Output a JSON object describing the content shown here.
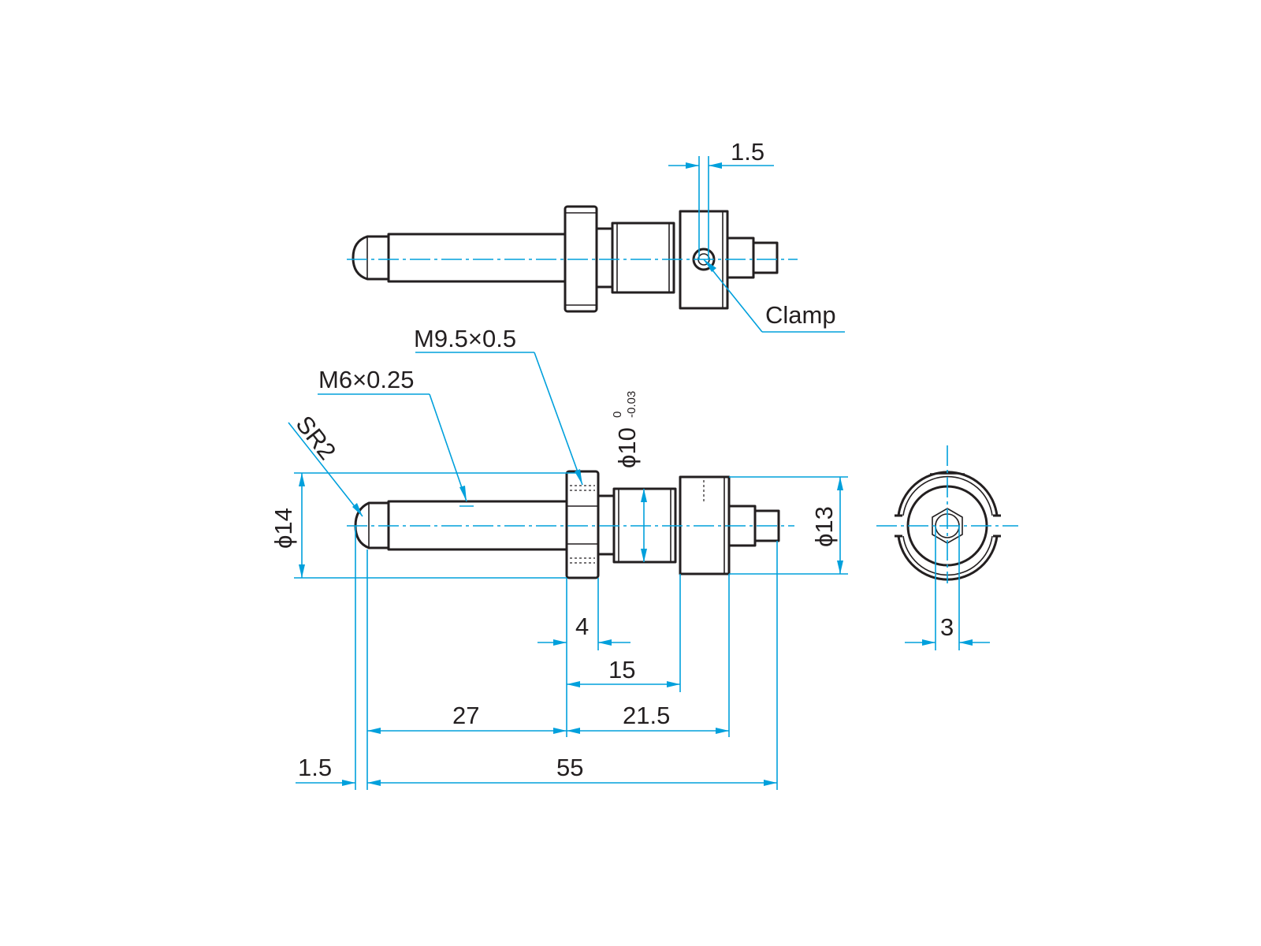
{
  "labels": {
    "clamp": "Clamp",
    "top_width": "1.5",
    "thread_large": "M9.5×0.5",
    "thread_small": "M6×0.25",
    "sphere_radius": "SR2",
    "diameter_14": "ϕ14",
    "diameter_13": "ϕ13",
    "diameter_10": "ϕ10",
    "tol_upper": "0",
    "tol_lower": "-0.03",
    "dim_4": "4",
    "dim_15": "15",
    "dim_27": "27",
    "dim_21_5": "21.5",
    "dim_1_5": "1.5",
    "dim_55": "55",
    "dim_3": "3"
  },
  "colors": {
    "outline": "#231f20",
    "dimension": "#00a0dc",
    "background": "#ffffff"
  }
}
